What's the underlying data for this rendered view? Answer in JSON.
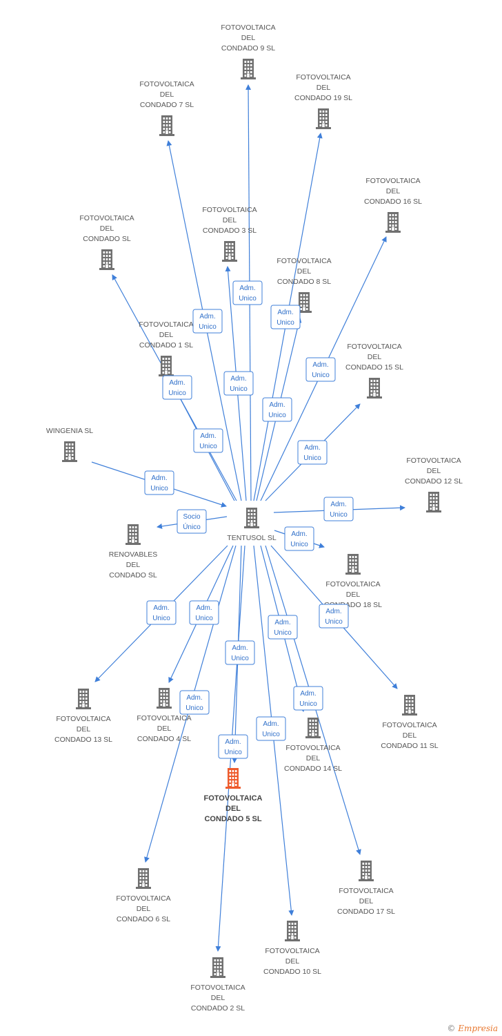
{
  "colors": {
    "edge": "#3f7fd9",
    "building": "#707070",
    "building_main": "#ee5b2c"
  },
  "nodes": [
    {
      "id": "tentusol",
      "lines": [
        "TENTUSOL SL"
      ],
      "icon": "building-icon"
    },
    {
      "id": "c9",
      "lines": [
        "FOTOVOLTAICA",
        "DEL",
        "CONDADO 9 SL"
      ],
      "icon": "building-icon"
    },
    {
      "id": "c7",
      "lines": [
        "FOTOVOLTAICA",
        "DEL",
        "CONDADO 7 SL"
      ],
      "icon": "building-icon"
    },
    {
      "id": "c19",
      "lines": [
        "FOTOVOLTAICA",
        "DEL",
        "CONDADO 19 SL"
      ],
      "icon": "building-icon"
    },
    {
      "id": "c16",
      "lines": [
        "FOTOVOLTAICA",
        "DEL",
        "CONDADO 16 SL"
      ],
      "icon": "building-icon"
    },
    {
      "id": "c3",
      "lines": [
        "FOTOVOLTAICA",
        "DEL",
        "CONDADO 3 SL"
      ],
      "icon": "building-icon"
    },
    {
      "id": "c0",
      "lines": [
        "FOTOVOLTAICA",
        "DEL",
        "CONDADO SL"
      ],
      "icon": "building-icon"
    },
    {
      "id": "c8",
      "lines": [
        "FOTOVOLTAICA",
        "DEL",
        "CONDADO 8 SL"
      ],
      "icon": "building-icon"
    },
    {
      "id": "c1",
      "lines": [
        "FOTOVOLTAICA",
        "DEL",
        "CONDADO 1 SL"
      ],
      "icon": "building-icon"
    },
    {
      "id": "c15",
      "lines": [
        "FOTOVOLTAICA",
        "DEL",
        "CONDADO 15 SL"
      ],
      "icon": "building-icon"
    },
    {
      "id": "wingenia",
      "lines": [
        "WINGENIA SL"
      ],
      "icon": "building-icon"
    },
    {
      "id": "c12",
      "lines": [
        "FOTOVOLTAICA",
        "DEL",
        "CONDADO 12 SL"
      ],
      "icon": "building-icon"
    },
    {
      "id": "renovables",
      "lines": [
        "RENOVABLES",
        "DEL",
        "CONDADO SL"
      ],
      "icon": "building-icon"
    },
    {
      "id": "c18",
      "lines": [
        "FOTOVOLTAICA",
        "DEL",
        "CONDADO 18 SL"
      ],
      "icon": "building-icon"
    },
    {
      "id": "c13",
      "lines": [
        "FOTOVOLTAICA",
        "DEL",
        "CONDADO 13 SL"
      ],
      "icon": "building-icon"
    },
    {
      "id": "c4",
      "lines": [
        "FOTOVOLTAICA",
        "DEL",
        "CONDADO 4 SL"
      ],
      "icon": "building-icon"
    },
    {
      "id": "c11",
      "lines": [
        "FOTOVOLTAICA",
        "DEL",
        "CONDADO 11 SL"
      ],
      "icon": "building-icon"
    },
    {
      "id": "c14",
      "lines": [
        "FOTOVOLTAICA",
        "DEL",
        "CONDADO 14 SL"
      ],
      "icon": "building-icon"
    },
    {
      "id": "c5",
      "lines": [
        "FOTOVOLTAICA",
        "DEL",
        "CONDADO 5 SL"
      ],
      "icon": "building-icon",
      "highlight": true
    },
    {
      "id": "c6",
      "lines": [
        "FOTOVOLTAICA",
        "DEL",
        "CONDADO 6 SL"
      ],
      "icon": "building-icon"
    },
    {
      "id": "c17",
      "lines": [
        "FOTOVOLTAICA",
        "DEL",
        "CONDADO 17 SL"
      ],
      "icon": "building-icon"
    },
    {
      "id": "c10",
      "lines": [
        "FOTOVOLTAICA",
        "DEL",
        "CONDADO 10 SL"
      ],
      "icon": "building-icon"
    },
    {
      "id": "c2",
      "lines": [
        "FOTOVOLTAICA",
        "DEL",
        "CONDADO 2 SL"
      ],
      "icon": "building-icon"
    }
  ],
  "edges": [
    {
      "from": "tentusol",
      "to": "c9",
      "label": [
        "Adm.",
        "Unico"
      ]
    },
    {
      "from": "tentusol",
      "to": "c7",
      "label": [
        "Adm.",
        "Unico"
      ]
    },
    {
      "from": "tentusol",
      "to": "c19",
      "label": [
        "Adm.",
        "Unico"
      ]
    },
    {
      "from": "tentusol",
      "to": "c16",
      "label": [
        "Adm.",
        "Unico"
      ]
    },
    {
      "from": "tentusol",
      "to": "c3",
      "label": [
        "Adm.",
        "Unico"
      ]
    },
    {
      "from": "tentusol",
      "to": "c0",
      "label": [
        "Adm.",
        "Unico"
      ]
    },
    {
      "from": "tentusol",
      "to": "c8",
      "label": [
        "Adm.",
        "Unico"
      ]
    },
    {
      "from": "tentusol",
      "to": "c1",
      "label": [
        "Adm.",
        "Unico"
      ]
    },
    {
      "from": "tentusol",
      "to": "c15",
      "label": [
        "Adm.",
        "Unico"
      ]
    },
    {
      "from": "wingenia",
      "to": "tentusol",
      "label": [
        "Adm.",
        "Unico"
      ]
    },
    {
      "from": "tentusol",
      "to": "c12",
      "label": [
        "Adm.",
        "Unico"
      ]
    },
    {
      "from": "tentusol",
      "to": "renovables",
      "label": [
        "Socio",
        "Único"
      ]
    },
    {
      "from": "tentusol",
      "to": "c18",
      "label": [
        "Adm.",
        "Unico"
      ]
    },
    {
      "from": "tentusol",
      "to": "c13",
      "label": [
        "Adm.",
        "Unico"
      ]
    },
    {
      "from": "tentusol",
      "to": "c4",
      "label": [
        "Adm.",
        "Unico"
      ]
    },
    {
      "from": "tentusol",
      "to": "c11",
      "label": [
        "Adm.",
        "Unico"
      ]
    },
    {
      "from": "tentusol",
      "to": "c14",
      "label": [
        "Adm.",
        "Unico"
      ]
    },
    {
      "from": "tentusol",
      "to": "c5",
      "label": [
        "Adm.",
        "Unico"
      ]
    },
    {
      "from": "tentusol",
      "to": "c6",
      "label": [
        "Adm.",
        "Unico"
      ]
    },
    {
      "from": "tentusol",
      "to": "c17",
      "label": [
        "Adm.",
        "Unico"
      ]
    },
    {
      "from": "tentusol",
      "to": "c10",
      "label": [
        "Adm.",
        "Unico"
      ]
    },
    {
      "from": "tentusol",
      "to": "c2",
      "label": [
        "Adm.",
        "Unico"
      ]
    }
  ],
  "footer": {
    "symbol": "©",
    "brand": "Empresia"
  }
}
